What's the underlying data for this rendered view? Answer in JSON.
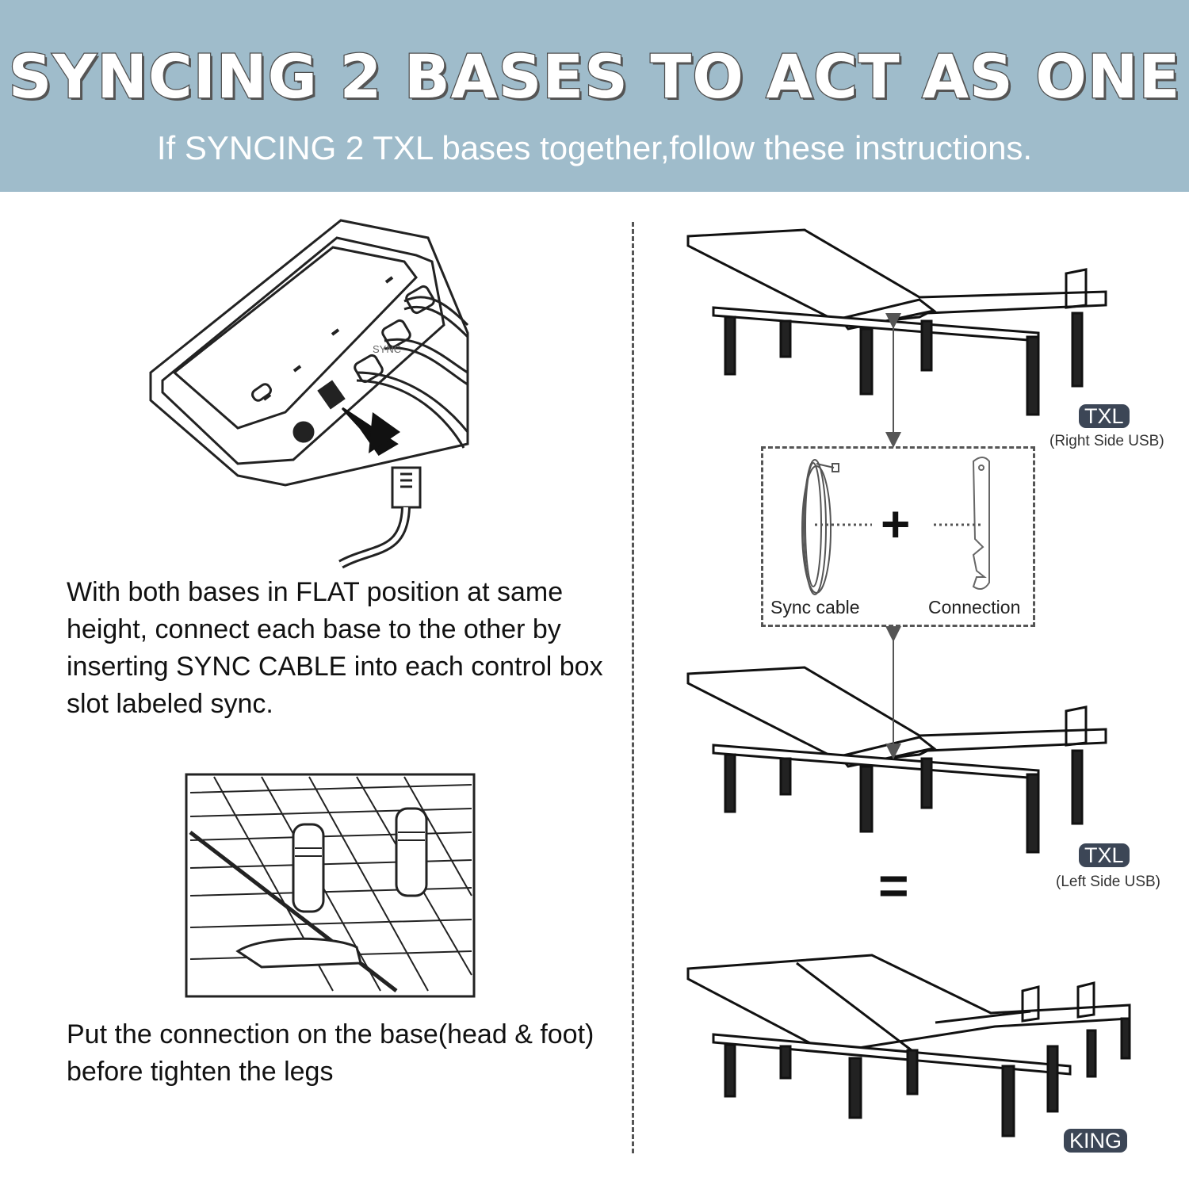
{
  "header": {
    "title": "SYNCING 2 BASES TO ACT AS ONE",
    "subtitle": "If SYNCING 2 TXL bases together,follow these instructions."
  },
  "left": {
    "control_box_port_label": "SYNC",
    "step1_text": "With both bases in FLAT position at same height, connect each base to the other by inserting SYNC CABLE into each control box slot labeled sync.",
    "step2_text": "Put the connection on the base(head & foot) before tighten the legs"
  },
  "right": {
    "top_base": {
      "badge": "TXL",
      "note": "(Right Side USB)"
    },
    "kit": {
      "sync_cable_label": "Sync cable",
      "plus": "+",
      "connection_label": "Connection"
    },
    "bottom_base": {
      "badge": "TXL",
      "note": "(Left Side USB)"
    },
    "equals": "=",
    "result": {
      "badge": "KING"
    }
  },
  "colors": {
    "banner": "#9fbccb",
    "badge": "#3c4656",
    "text": "#111111"
  }
}
